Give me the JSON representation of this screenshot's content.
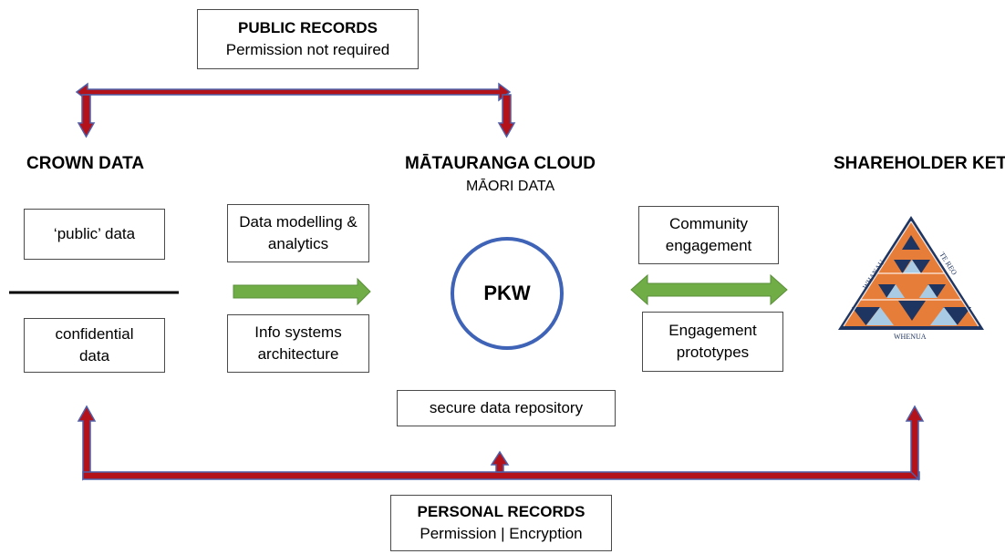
{
  "public_records": {
    "title": "PUBLIC RECORDS",
    "subtitle": "Permission not required"
  },
  "crown": {
    "heading": "CROWN DATA",
    "public_label": "‘public’ data",
    "confidential_label": "confidential data"
  },
  "matauranga": {
    "heading": "MĀTAURANGA CLOUD",
    "subheading": "MĀORI DATA",
    "center_label": "PKW"
  },
  "shareholder": {
    "heading": "SHAREHOLDER KETE",
    "logo_text": {
      "left": "WHANAU",
      "right": "TE REO",
      "bottom": "WHENUA"
    }
  },
  "analytics": {
    "top": "Data modelling & analytics",
    "bottom": "Info systems architecture"
  },
  "engagement": {
    "top": "Community engagement",
    "bottom": "Engagement prototypes"
  },
  "repository": {
    "label": "secure data repository"
  },
  "personal_records": {
    "title": "PERSONAL RECORDS",
    "subtitle": "Permission | Encryption"
  },
  "colors": {
    "red_arrow": "#b3121a",
    "arrow_outline": "#4f5fa8",
    "green_arrow": "#70ad47",
    "circle": "#3f63b6",
    "logo_orange": "#e67e3a",
    "logo_navy": "#1f3561",
    "logo_light": "#a9cbe4"
  }
}
